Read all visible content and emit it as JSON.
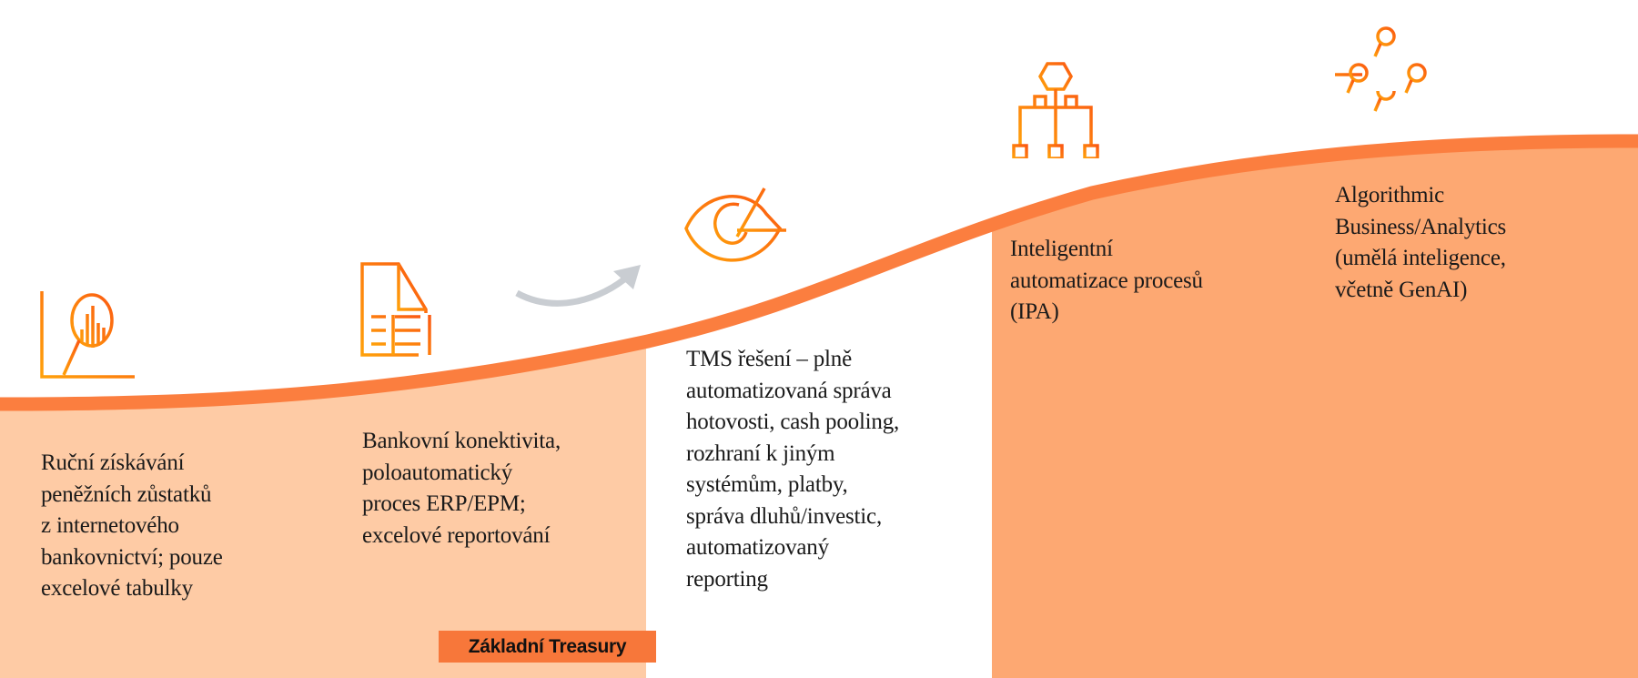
{
  "colors": {
    "band": "#FB7E3F",
    "light_area": "#FECBA5",
    "dark_area": "#FDA872",
    "icon_orange": "#FB6A12",
    "arrow_gray": "#C9CDD2"
  },
  "stages": [
    {
      "icon": "magnifier-chart-icon",
      "text": "Ruční získávání\npeněžních zůstatků\nz internetového\nbankovnictví; pouze\nexcelové tabulky"
    },
    {
      "icon": "document-table-icon",
      "text": "Bankovní konektivita,\npoloautomatický\nproces ERP/EPM;\nexcelové reportování"
    },
    {
      "icon": "eye-target-icon",
      "text": "TMS řešení – plně\nautomatizovaná správa\nhotovosti, cash pooling,\nrozhraní k jiným\nsystémům, platby,\nspráva dluhů/investic,\nautomatizovaný\nreporting"
    },
    {
      "icon": "hierarchy-icon",
      "text": "Inteligentní\nautomatizace procesů\n(IPA)"
    },
    {
      "icon": "sliders-search-icon",
      "text": "Algorithmic\nBusiness/Analytics\n(umělá inteligence,\nvčetně GenAI)"
    }
  ],
  "badge": {
    "label": "Základní Treasury"
  }
}
